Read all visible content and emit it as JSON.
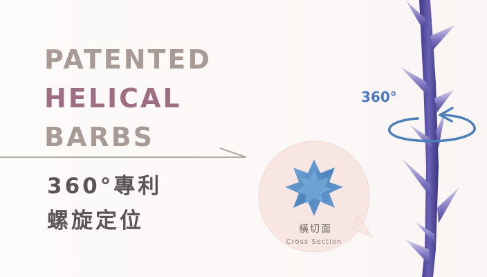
{
  "headline": {
    "line1": "PATENTED",
    "line2": "HELICAL",
    "line3": "BARBS"
  },
  "subheadline": {
    "line1": "360°專利",
    "line2": "螺旋定位"
  },
  "cross_section": {
    "label_zh": "橫切面",
    "label_en": "Cross Section"
  },
  "rotation": {
    "label": "360°"
  },
  "colors": {
    "headline_gray": "#a89b96",
    "headline_mauve": "#9e6e82",
    "sub_text": "#5a5655",
    "bubble_fill": "#f8e6e3",
    "star_blue": "#5b93c7",
    "barb_purple": "#564d9a",
    "arrow_blue": "#4a7fb8",
    "rotation_label": "#4a78c2"
  },
  "icons": {
    "cross_section": "star-cross-section-icon",
    "rotation": "circular-arrow-icon"
  }
}
